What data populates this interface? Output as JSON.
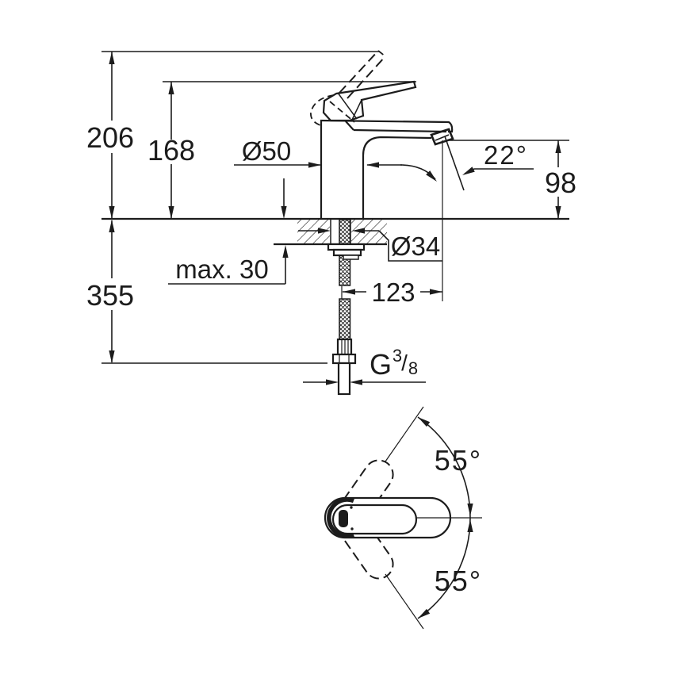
{
  "colors": {
    "line": "#1c1c1c",
    "background": "#ffffff"
  },
  "side_view": {
    "total_height": "206",
    "handle_top_height": "168",
    "body_diameter": "Ø50",
    "stream_angle": "22°",
    "spout_outlet_height": "98",
    "mounting_thickness": "max. 30",
    "hole_diameter": "Ø34",
    "below_counter_length": "355",
    "outlet_projection": "123",
    "thread_g": "G",
    "thread_sup": "3",
    "thread_slash": "/",
    "thread_sub": "8"
  },
  "plan_view": {
    "swivel_upper": "55°",
    "swivel_lower": "55°"
  }
}
